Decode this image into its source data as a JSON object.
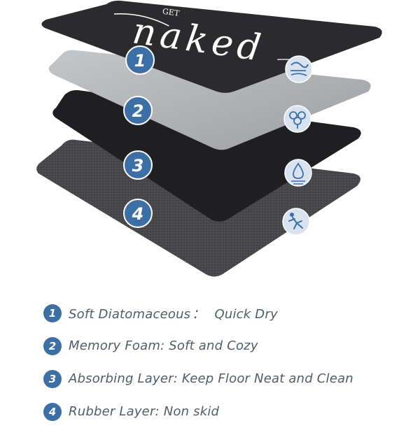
{
  "brand": {
    "small": "GET",
    "script": "naked"
  },
  "layers": [
    {
      "number": "1",
      "icon": "wind-wave-icon"
    },
    {
      "number": "2",
      "icon": "cotton-flower-icon"
    },
    {
      "number": "3",
      "icon": "water-drop-icon"
    },
    {
      "number": "4",
      "icon": "slip-figure-icon"
    }
  ],
  "legend": [
    {
      "number": "1",
      "name": "Soft Diatomaceous",
      "separator": "：",
      "desc": "Quick Dry"
    },
    {
      "number": "2",
      "name": "Memory Foam",
      "separator": ":",
      "desc": "Soft and Cozy"
    },
    {
      "number": "3",
      "name": "Absorbing Layer",
      "separator": ":",
      "desc": "Keep Floor Neat and Clean"
    },
    {
      "number": "4",
      "name": "Rubber Layer",
      "separator": ":",
      "desc": "Non skid"
    }
  ],
  "colors": {
    "badge": "#3d6fa7",
    "icon_circle": "#d9e3ef",
    "top_layer": "#2b2b2d",
    "foam_layer": "#a9abad",
    "absorb_layer": "#1f1f21",
    "rubber_layer": "#454548",
    "text": "#555b66"
  }
}
